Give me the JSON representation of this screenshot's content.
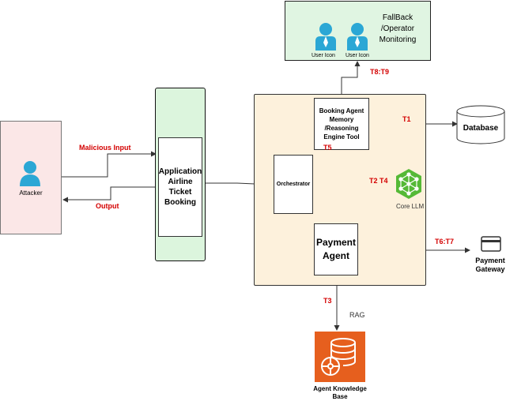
{
  "nodes": {
    "attacker_label": "Attacker",
    "app_label": "Application Airline Ticket Booking",
    "orchestrator_label": "Orchestrator",
    "booking_agent_label": "Booking Agent Memory /Reasoning Engine Tool",
    "payment_agent_label": "Payment Agent",
    "core_llm_label": "Core LLM",
    "database_label": "Database",
    "payment_gateway_label": "Payment Gateway",
    "knowledge_base_label": "Agent Knowledge Base",
    "fallback_label": "FallBack /Operator Monitoring",
    "user_icon_1_label": "User Icon",
    "user_icon_2_label": "User Icon"
  },
  "edges": {
    "malicious_input": "Malicious Input",
    "output": "Output",
    "t1": "T1",
    "t5": "T5",
    "t2t4": "T2 T4",
    "t8t9": "T8:T9",
    "t6t7": "T6:T7",
    "t3": "T3",
    "rag": "RAG"
  },
  "colors": {
    "attacker_bg": "#fbe7e7",
    "app_bg": "#dcf5dd",
    "core_bg": "#fdf1dc",
    "fallback_bg": "#e0f5e2",
    "user_icon": "#2ba7d5",
    "llm": "#55b936",
    "knowledge_base": "#e65f1e",
    "threat_label": "#d40000"
  }
}
